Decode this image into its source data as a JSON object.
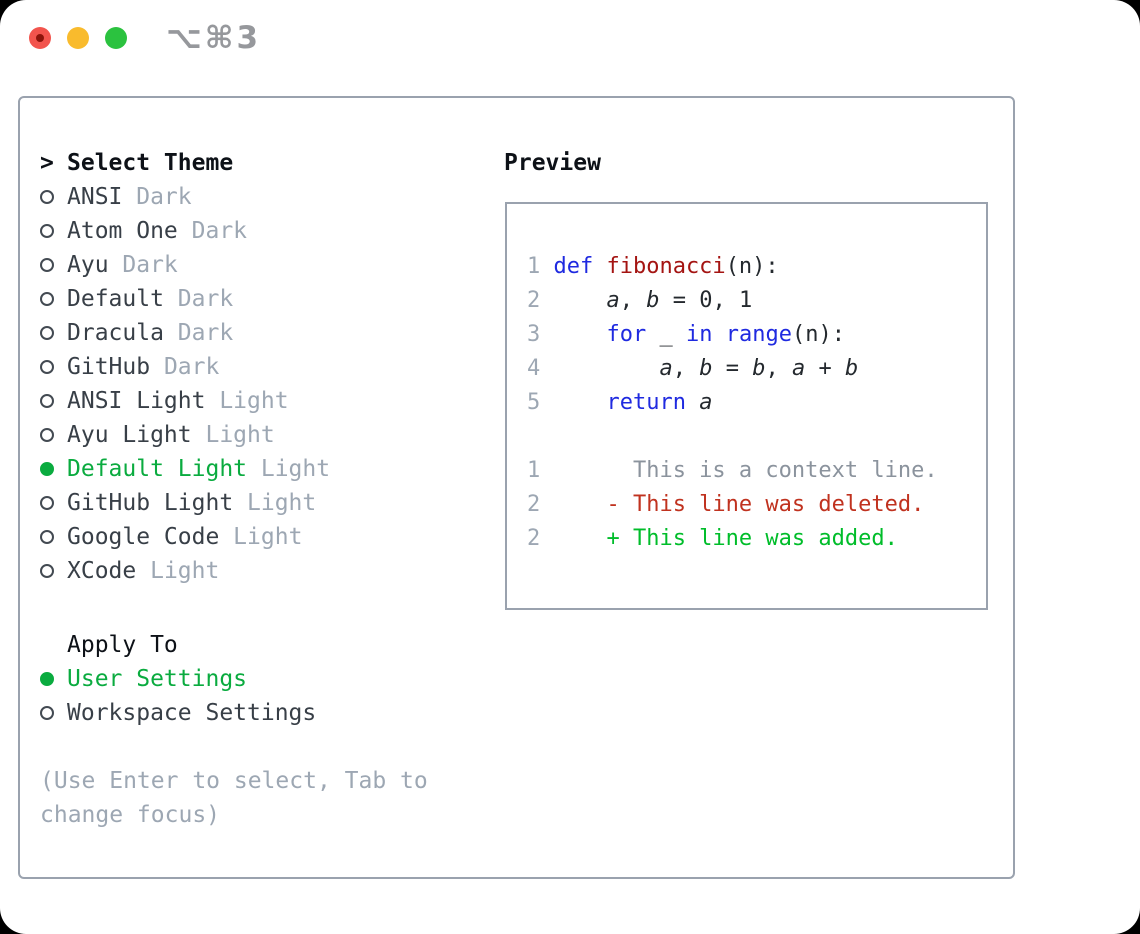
{
  "colors": {
    "accent_green": "#0aab3f",
    "added_green": "#00bd2a",
    "deleted_red": "#c0321f",
    "keyword_blue": "#1f2ae0",
    "function_red": "#a41412",
    "muted_gray": "#9da7b3",
    "context_gray": "#8b939d",
    "text_dark": "#383f47",
    "border_gray": "#9aa2ae",
    "traffic_red": "#f2544d",
    "traffic_yellow": "#f9bb2d",
    "traffic_green": "#2bc23f"
  },
  "titlebar": {
    "shortcut": "⌥⌘3",
    "buttons": [
      "close",
      "minimize",
      "zoom"
    ]
  },
  "theme_picker": {
    "title": "Select Theme",
    "caret": ">",
    "items": [
      {
        "name": "ANSI",
        "variant": "Dark",
        "selected": false
      },
      {
        "name": "Atom One",
        "variant": "Dark",
        "selected": false
      },
      {
        "name": "Ayu",
        "variant": "Dark",
        "selected": false
      },
      {
        "name": "Default",
        "variant": "Dark",
        "selected": false
      },
      {
        "name": "Dracula",
        "variant": "Dark",
        "selected": false
      },
      {
        "name": "GitHub",
        "variant": "Dark",
        "selected": false
      },
      {
        "name": "ANSI Light",
        "variant": "Light",
        "selected": false
      },
      {
        "name": "Ayu Light",
        "variant": "Light",
        "selected": false
      },
      {
        "name": "Default Light",
        "variant": "Light",
        "selected": true
      },
      {
        "name": "GitHub Light",
        "variant": "Light",
        "selected": false
      },
      {
        "name": "Google Code",
        "variant": "Light",
        "selected": false
      },
      {
        "name": "XCode",
        "variant": "Light",
        "selected": false
      }
    ]
  },
  "apply_to": {
    "title": "Apply To",
    "options": [
      {
        "label": "User Settings",
        "selected": true
      },
      {
        "label": "Workspace Settings",
        "selected": false
      }
    ]
  },
  "hint_lines": [
    "(Use Enter to select, Tab to",
    "change focus)"
  ],
  "preview": {
    "title": "Preview",
    "lines": [
      {
        "num": "1",
        "segs": [
          {
            "t": "def ",
            "c": "kw"
          },
          {
            "t": "fibonacci",
            "c": "fn"
          },
          {
            "t": "(n):",
            "c": "pl"
          }
        ]
      },
      {
        "num": "2",
        "segs": [
          {
            "t": "    ",
            "c": "pl"
          },
          {
            "t": "a",
            "c": "var"
          },
          {
            "t": ", ",
            "c": "pl"
          },
          {
            "t": "b",
            "c": "var"
          },
          {
            "t": " = 0, 1",
            "c": "pl"
          }
        ]
      },
      {
        "num": "3",
        "segs": [
          {
            "t": "    ",
            "c": "pl"
          },
          {
            "t": "for",
            "c": "kw"
          },
          {
            "t": " _ ",
            "c": "pl"
          },
          {
            "t": "in",
            "c": "kw"
          },
          {
            "t": " ",
            "c": "pl"
          },
          {
            "t": "range",
            "c": "kw"
          },
          {
            "t": "(n):",
            "c": "pl"
          }
        ]
      },
      {
        "num": "4",
        "segs": [
          {
            "t": "        ",
            "c": "pl"
          },
          {
            "t": "a",
            "c": "var"
          },
          {
            "t": ", ",
            "c": "pl"
          },
          {
            "t": "b",
            "c": "var"
          },
          {
            "t": " = ",
            "c": "pl"
          },
          {
            "t": "b",
            "c": "var"
          },
          {
            "t": ", ",
            "c": "pl"
          },
          {
            "t": "a",
            "c": "var"
          },
          {
            "t": " + ",
            "c": "pl"
          },
          {
            "t": "b",
            "c": "var"
          }
        ]
      },
      {
        "num": "5",
        "segs": [
          {
            "t": "    ",
            "c": "pl"
          },
          {
            "t": "return",
            "c": "kw"
          },
          {
            "t": " ",
            "c": "pl"
          },
          {
            "t": "a",
            "c": "var"
          }
        ]
      },
      {
        "num": "",
        "segs": []
      },
      {
        "num": "1",
        "segs": [
          {
            "t": "      This is a context line.",
            "c": "ctx"
          }
        ]
      },
      {
        "num": "2",
        "segs": [
          {
            "t": "    - This line was deleted.",
            "c": "del"
          }
        ]
      },
      {
        "num": "2",
        "segs": [
          {
            "t": "    + This line was added.",
            "c": "add"
          }
        ]
      }
    ]
  }
}
